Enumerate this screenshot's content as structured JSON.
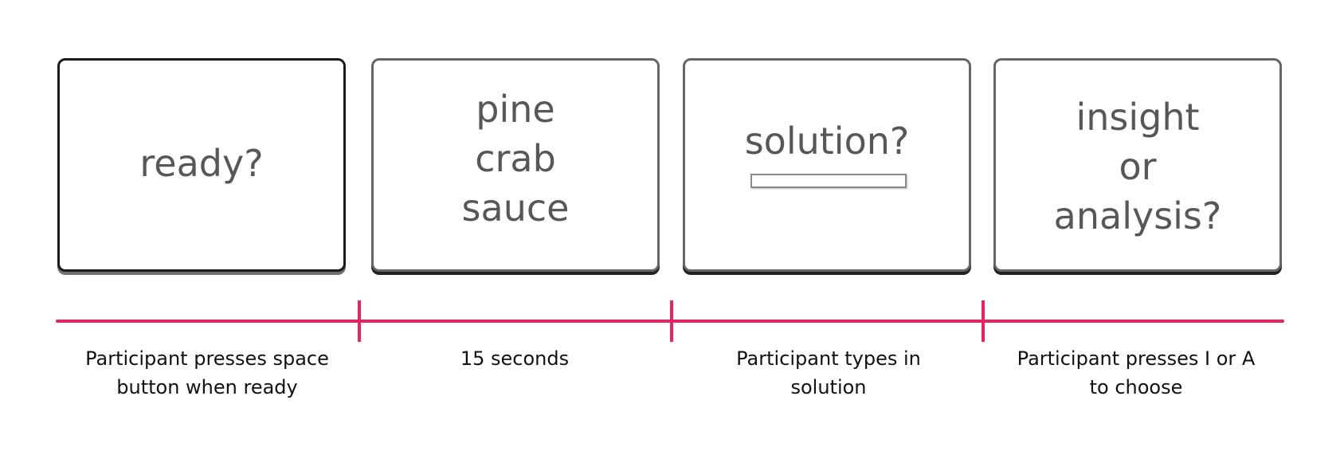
{
  "screens": [
    {
      "lines": [
        "ready?"
      ]
    },
    {
      "lines": [
        "pine",
        "crab",
        "sauce"
      ]
    },
    {
      "lines": [
        "solution?"
      ],
      "has_answer_box": true
    },
    {
      "lines": [
        "insight",
        "or",
        "analysis?"
      ]
    }
  ],
  "timeline": {
    "color": "#e8235f",
    "captions": [
      {
        "line1": "Participant presses space",
        "line2": "button when ready"
      },
      {
        "line1": "15 seconds",
        "line2": ""
      },
      {
        "line1": "Participant types in",
        "line2": "solution"
      },
      {
        "line1": "Participant presses I or A",
        "line2": "to choose"
      }
    ]
  }
}
